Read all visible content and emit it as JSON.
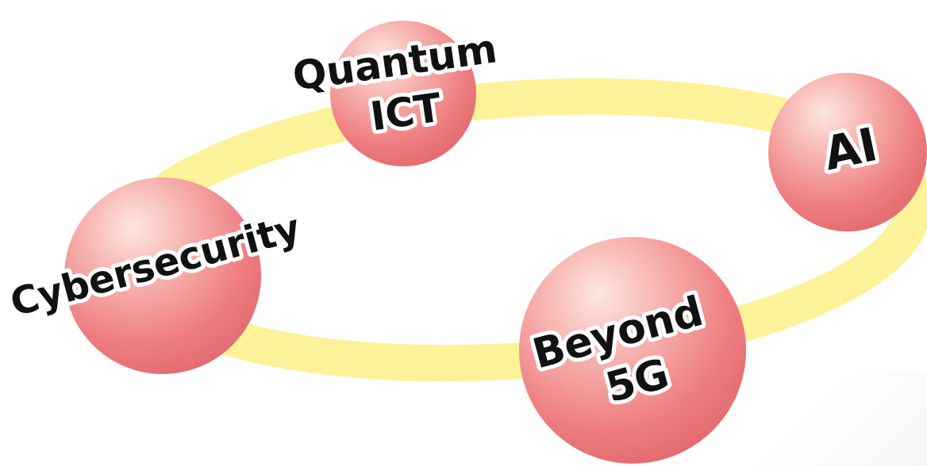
{
  "diagram": {
    "ring_color": "#fcf29a",
    "sphere_color": "#ee7d80",
    "sphere_highlight": "#fde6e2",
    "nodes": [
      {
        "id": "quantum",
        "lines": [
          "Quantum",
          "ICT"
        ]
      },
      {
        "id": "ai",
        "lines": [
          "AI"
        ]
      },
      {
        "id": "cyber",
        "lines": [
          "Cybersecurity"
        ]
      },
      {
        "id": "beyond5g",
        "lines": [
          "Beyond",
          "5G"
        ]
      }
    ]
  }
}
